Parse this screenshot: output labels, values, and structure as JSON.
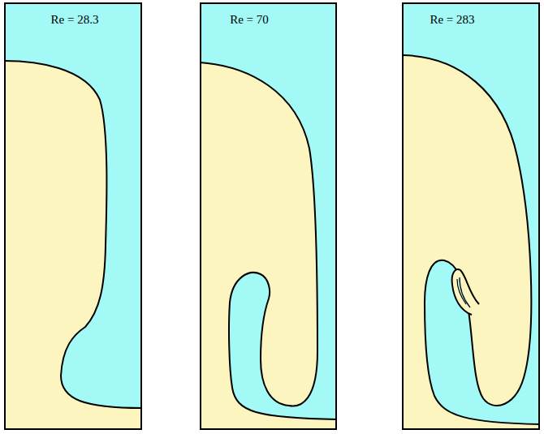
{
  "diagram": {
    "nodes": [
      {
        "text": [
          "Re = 28.3"
        ]
      },
      {
        "text": [
          "Re = 70"
        ]
      },
      {
        "text": [
          "Re = 283"
        ]
      }
    ]
  }
}
